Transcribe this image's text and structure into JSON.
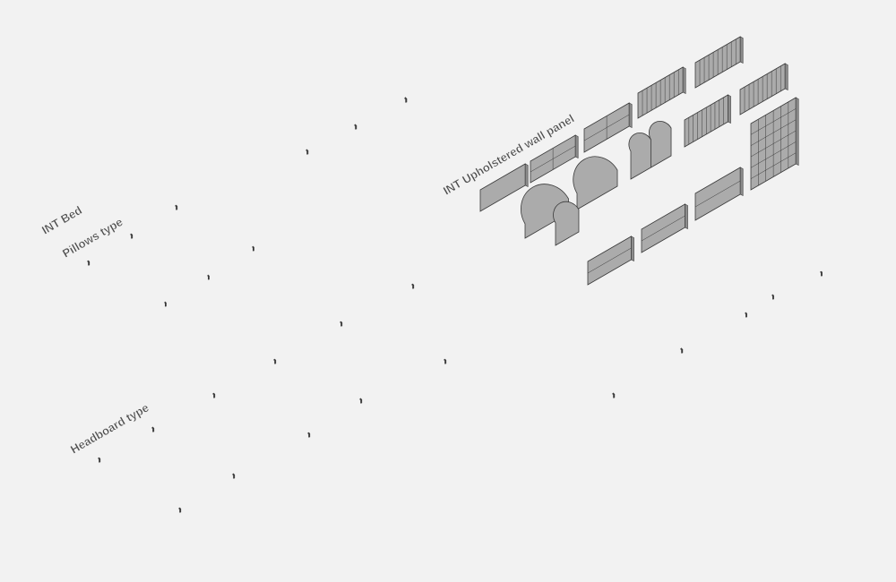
{
  "labels": {
    "bed_family": "INT Bed",
    "pillows_type": "Pillows type",
    "headboard_type": "Headboard type",
    "wall_panel": "INT Upholstered wall panel"
  },
  "colors": {
    "background": "#f2f2f2",
    "mattress_top": "#8a8a8a",
    "frame_side": "#a6a6a6",
    "headboard": "#b5b5b5",
    "pillow": "#f4f4f4",
    "outline": "#3a3a3a",
    "panel_face": "#ababab"
  }
}
